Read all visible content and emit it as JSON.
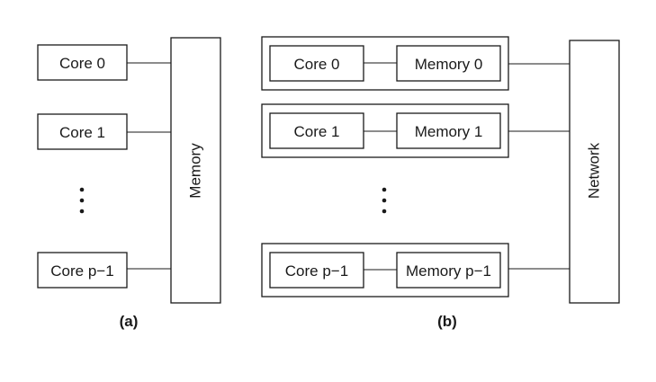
{
  "panel_a": {
    "cores": [
      "Core 0",
      "Core 1",
      "Core p−1"
    ],
    "memory": "Memory",
    "caption": "(a)"
  },
  "panel_b": {
    "nodes": [
      {
        "core": "Core 0",
        "memory": "Memory 0"
      },
      {
        "core": "Core 1",
        "memory": "Memory 1"
      },
      {
        "core": "Core p−1",
        "memory": "Memory p−1"
      }
    ],
    "network": "Network",
    "caption": "(b)"
  }
}
